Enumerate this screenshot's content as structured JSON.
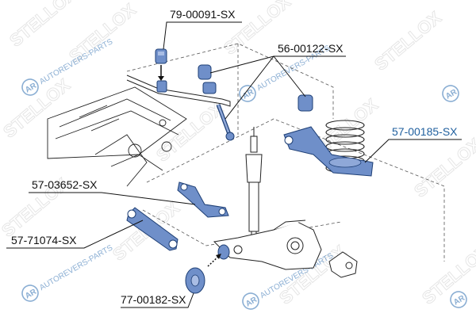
{
  "diagram": {
    "callouts": [
      {
        "id": "79-00091-SX",
        "label": "79-00091-SX"
      },
      {
        "id": "56-00122-SX",
        "label": "56-00122-SX"
      },
      {
        "id": "57-00185-SX",
        "label": "57-00185-SX"
      },
      {
        "id": "57-03652-SX",
        "label": "57-03652-SX"
      },
      {
        "id": "57-71074-SX",
        "label": "57-71074-SX"
      },
      {
        "id": "77-00182-SX",
        "label": "77-00182-SX"
      }
    ],
    "highlight_color": "#6f8fc9",
    "leader_color": "#111111",
    "watermarks": {
      "brand": "STELLOX",
      "site": "AUTOREVERS-PARTS",
      "logo": "AR"
    }
  }
}
